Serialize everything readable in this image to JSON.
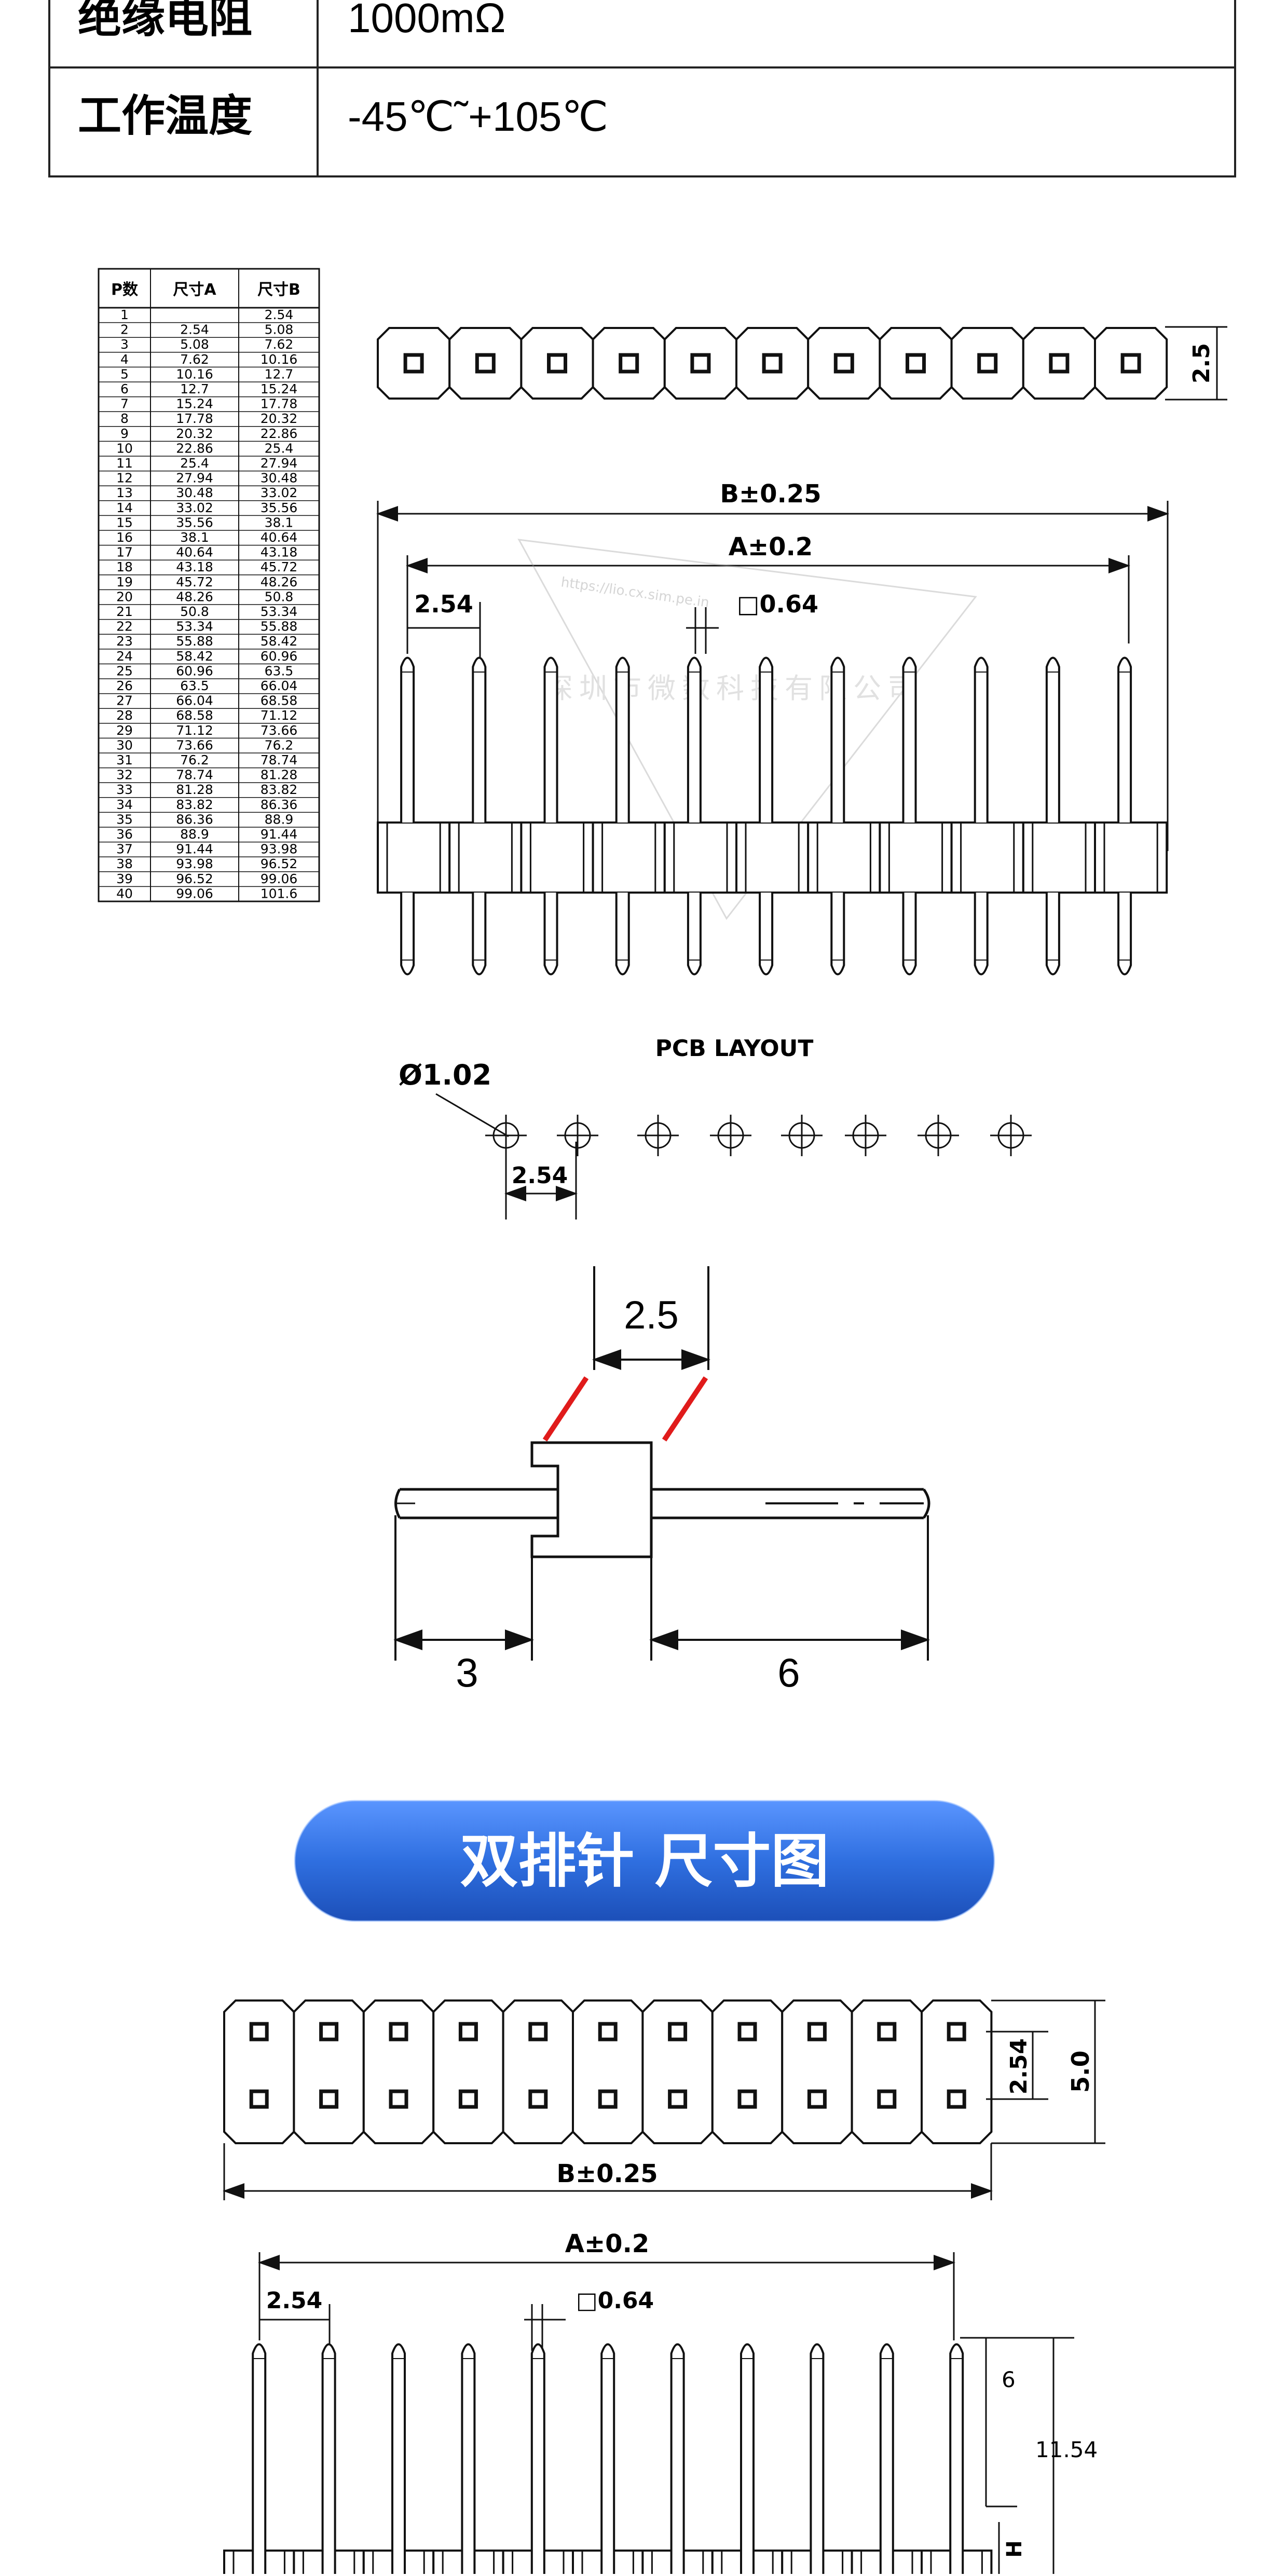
{
  "spec_table": {
    "rows": [
      {
        "label": "绝缘电阻",
        "value": "1000mΩ"
      },
      {
        "label": "工作温度",
        "value": "-45℃˜+105℃"
      }
    ]
  },
  "pin_table": {
    "headers": [
      "P数",
      "尺寸A",
      "尺寸B"
    ],
    "rows": [
      [
        "1",
        "",
        "2.54"
      ],
      [
        "2",
        "2.54",
        "5.08"
      ],
      [
        "3",
        "5.08",
        "7.62"
      ],
      [
        "4",
        "7.62",
        "10.16"
      ],
      [
        "5",
        "10.16",
        "12.7"
      ],
      [
        "6",
        "12.7",
        "15.24"
      ],
      [
        "7",
        "15.24",
        "17.78"
      ],
      [
        "8",
        "17.78",
        "20.32"
      ],
      [
        "9",
        "20.32",
        "22.86"
      ],
      [
        "10",
        "22.86",
        "25.4"
      ],
      [
        "11",
        "25.4",
        "27.94"
      ],
      [
        "12",
        "27.94",
        "30.48"
      ],
      [
        "13",
        "30.48",
        "33.02"
      ],
      [
        "14",
        "33.02",
        "35.56"
      ],
      [
        "15",
        "35.56",
        "38.1"
      ],
      [
        "16",
        "38.1",
        "40.64"
      ],
      [
        "17",
        "40.64",
        "43.18"
      ],
      [
        "18",
        "43.18",
        "45.72"
      ],
      [
        "19",
        "45.72",
        "48.26"
      ],
      [
        "20",
        "48.26",
        "50.8"
      ],
      [
        "21",
        "50.8",
        "53.34"
      ],
      [
        "22",
        "53.34",
        "55.88"
      ],
      [
        "23",
        "55.88",
        "58.42"
      ],
      [
        "24",
        "58.42",
        "60.96"
      ],
      [
        "25",
        "60.96",
        "63.5"
      ],
      [
        "26",
        "63.5",
        "66.04"
      ],
      [
        "27",
        "66.04",
        "68.58"
      ],
      [
        "28",
        "68.58",
        "71.12"
      ],
      [
        "29",
        "71.12",
        "73.66"
      ],
      [
        "30",
        "73.66",
        "76.2"
      ],
      [
        "31",
        "76.2",
        "78.74"
      ],
      [
        "32",
        "78.74",
        "81.28"
      ],
      [
        "33",
        "81.28",
        "83.82"
      ],
      [
        "34",
        "83.82",
        "86.36"
      ],
      [
        "35",
        "86.36",
        "88.9"
      ],
      [
        "36",
        "88.9",
        "91.44"
      ],
      [
        "37",
        "91.44",
        "93.98"
      ],
      [
        "38",
        "93.98",
        "96.52"
      ],
      [
        "39",
        "96.52",
        "99.06"
      ],
      [
        "40",
        "99.06",
        "101.6"
      ]
    ]
  },
  "single_row": {
    "top_view_height": "2.5",
    "dim_b": "B±0.25",
    "dim_a": "A±0.2",
    "pitch": "2.54",
    "pin_square": "□0.64",
    "watermark_url": "https://lio.cx.sim.pe.in",
    "watermark_text": "深圳市微数科技有限公司",
    "pcb_title": "PCB LAYOUT",
    "pcb_hole": "Ø1.02",
    "pcb_pitch": "2.54"
  },
  "side_view": {
    "dim_top": "2.5",
    "dim_left": "3",
    "dim_right": "6"
  },
  "banner": {
    "title": "双排针 尺寸图",
    "color": "#2f6fe0"
  },
  "double_row": {
    "dim_pitch_v": "2.54",
    "dim_height": "5.0",
    "dim_b": "B±0.25",
    "dim_a": "A±0.2",
    "pitch": "2.54",
    "pin_square": "□0.64",
    "dim_6": "6",
    "dim_1154": "11.54",
    "dim_h": "H"
  },
  "colors": {
    "line": "#111111",
    "red_marker": "#e01b1b"
  }
}
